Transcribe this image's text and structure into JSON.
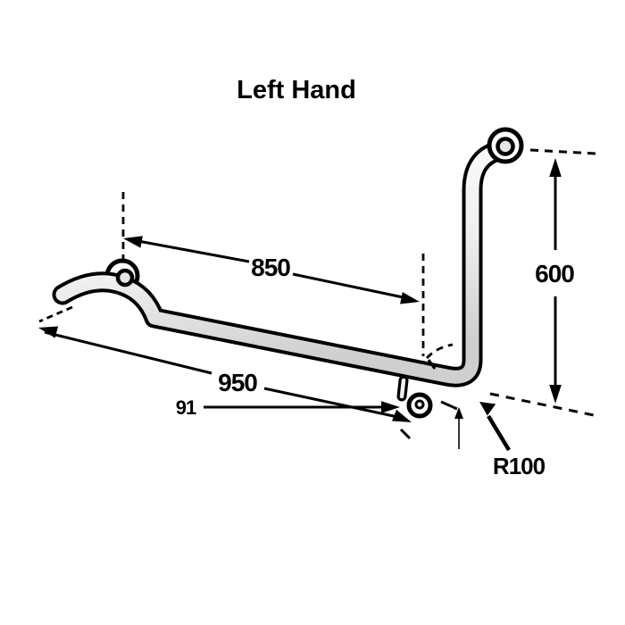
{
  "title": "Left Hand",
  "diagram": {
    "type": "technical-drawing",
    "subject": "L-shaped grab rail, left hand orientation",
    "dims": {
      "d850": "850",
      "d600": "600",
      "d950": "950",
      "d91": "91",
      "r100": "R100"
    },
    "colors": {
      "line": "#000000",
      "background": "#ffffff",
      "tube_highlight": "#ffffff",
      "tube_shade": "#d7d7d7"
    }
  }
}
